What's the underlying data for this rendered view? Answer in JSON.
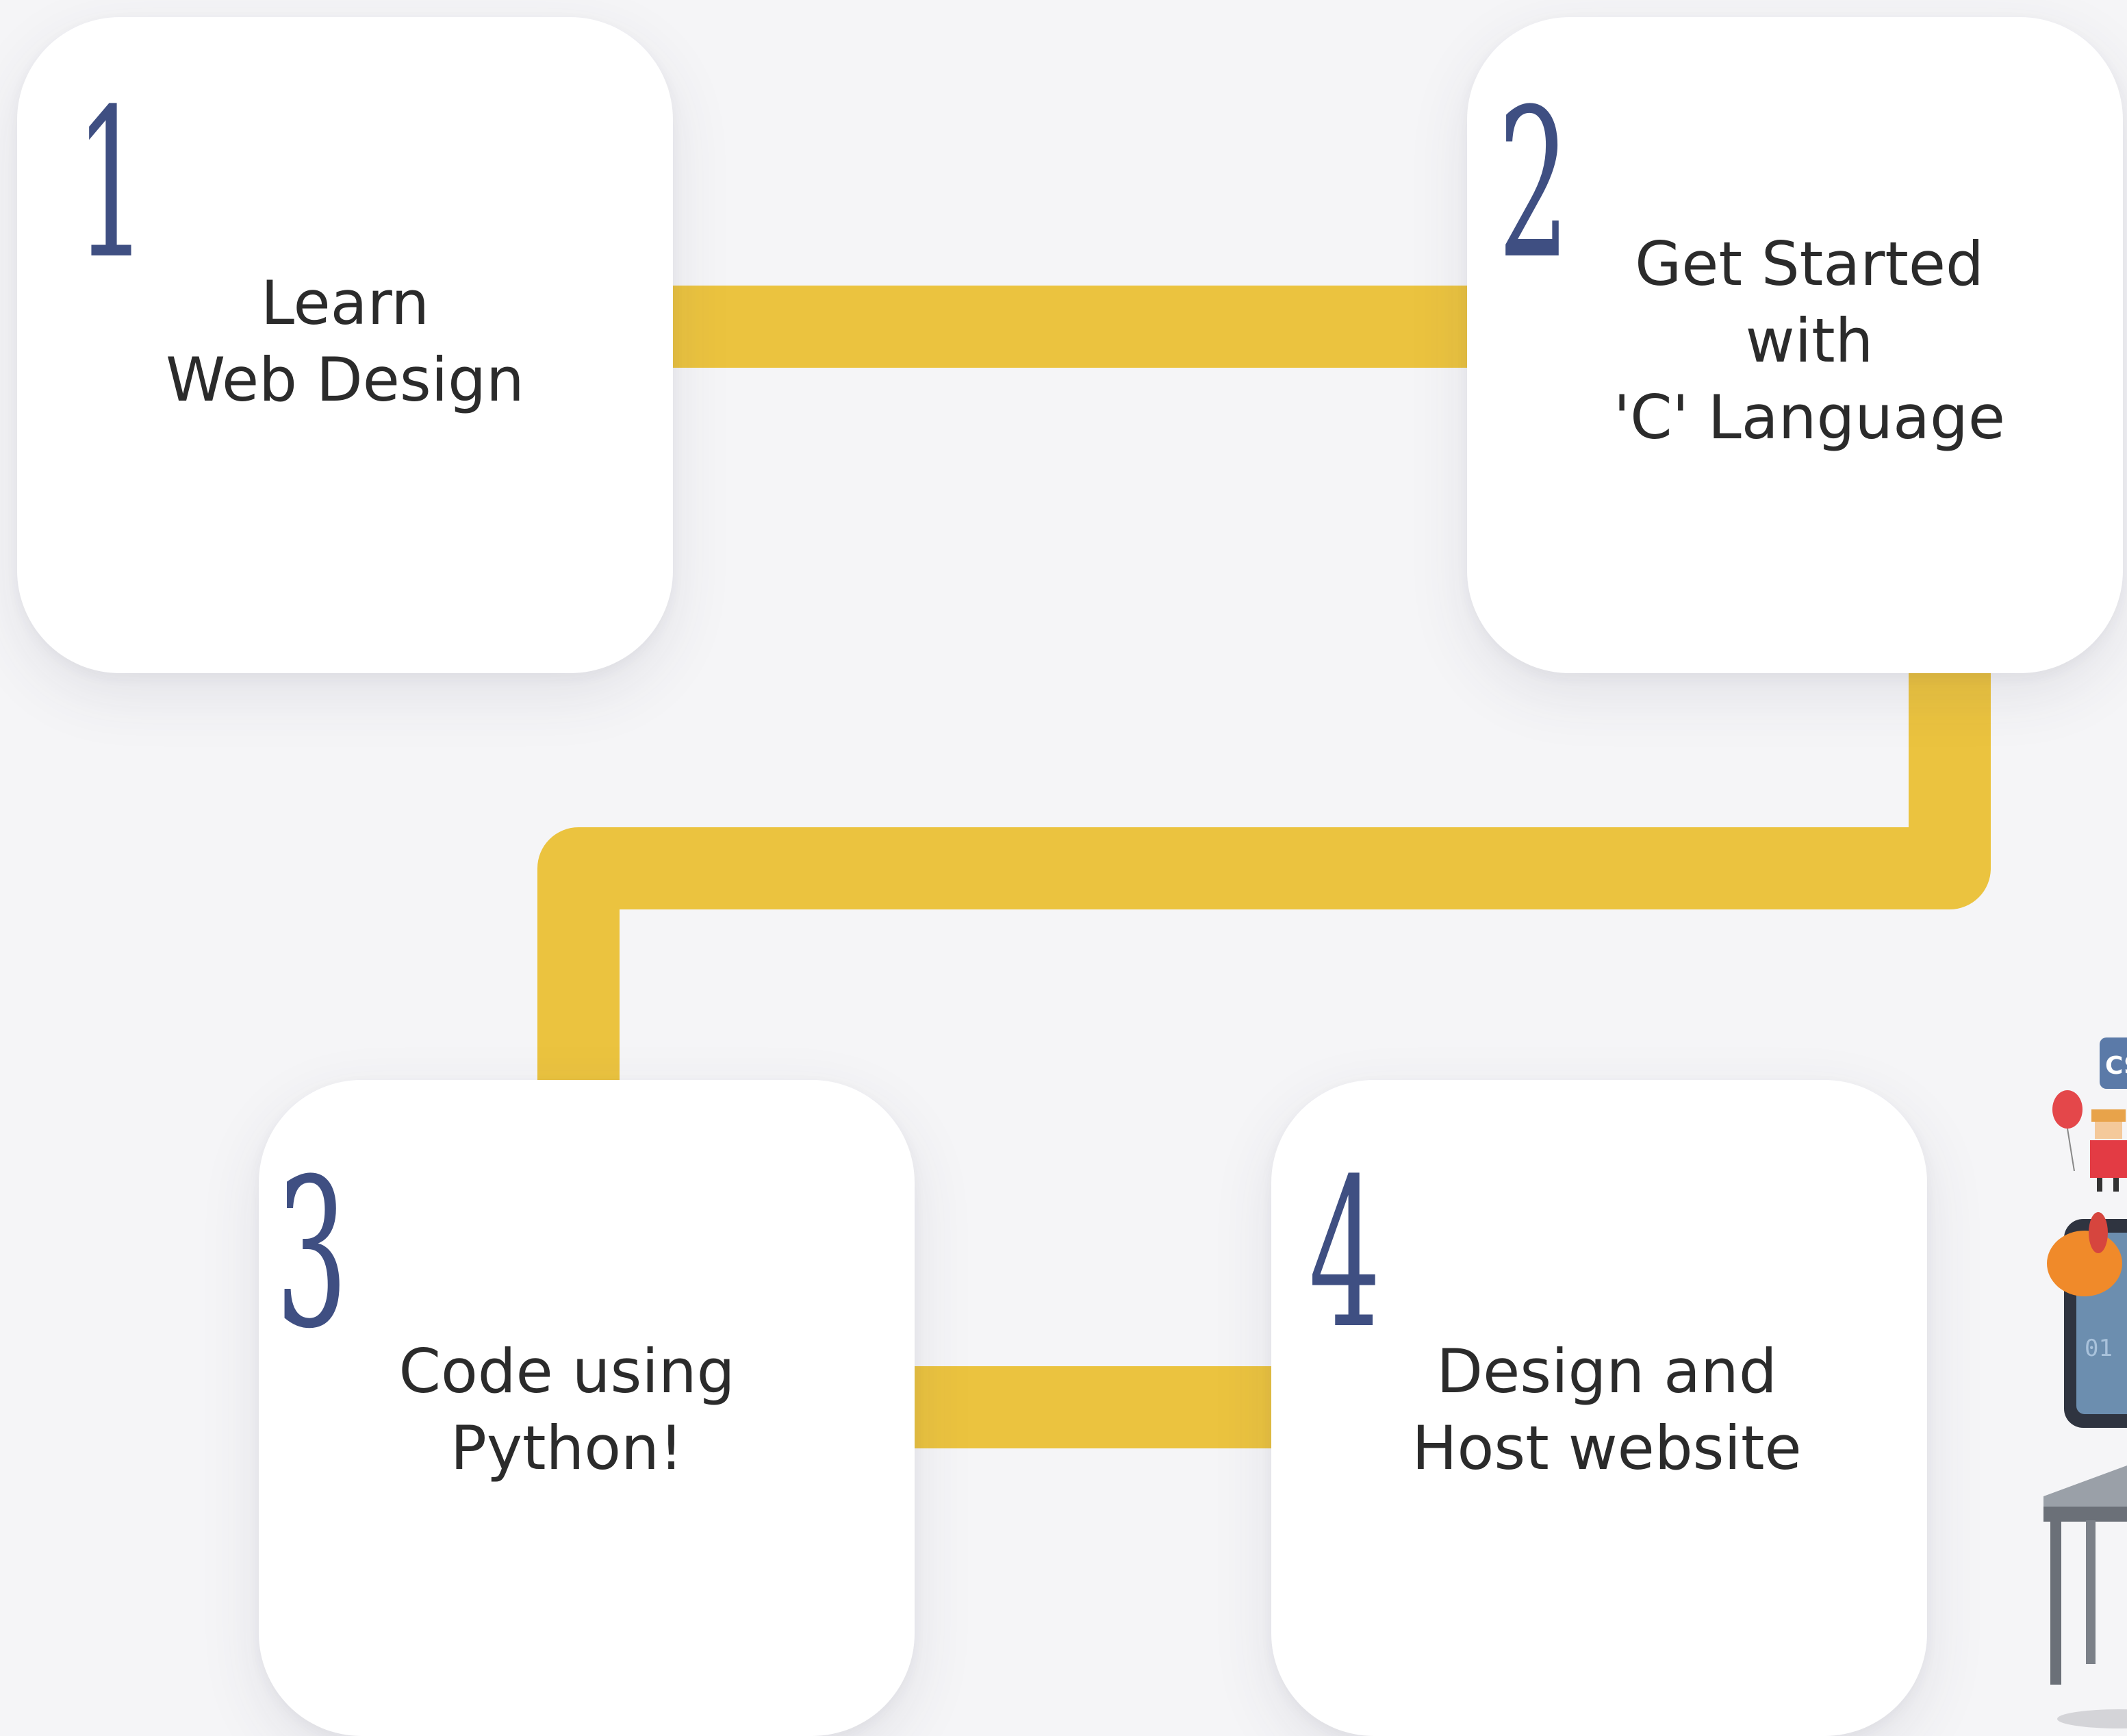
{
  "colors": {
    "background": "#f5f5f7",
    "card": "#ffffff",
    "connector": "#ebc33f",
    "number": "#3f4f82",
    "text": "#2b2b2b"
  },
  "steps": [
    {
      "number": "1",
      "lines": [
        "Learn",
        "Web Design"
      ]
    },
    {
      "number": "2",
      "lines": [
        "Get Started",
        "with",
        "'C' Language"
      ]
    },
    {
      "number": "3",
      "lines": [
        "Code using",
        "Python!"
      ]
    },
    {
      "number": "4",
      "lines": [
        "Design and",
        "Host website"
      ]
    }
  ],
  "illustration": {
    "badge_text": "CS",
    "icons": [
      "balloon-icon",
      "pixel-girl-icon",
      "tablet-icon",
      "fox-icon",
      "desk-icon"
    ]
  }
}
